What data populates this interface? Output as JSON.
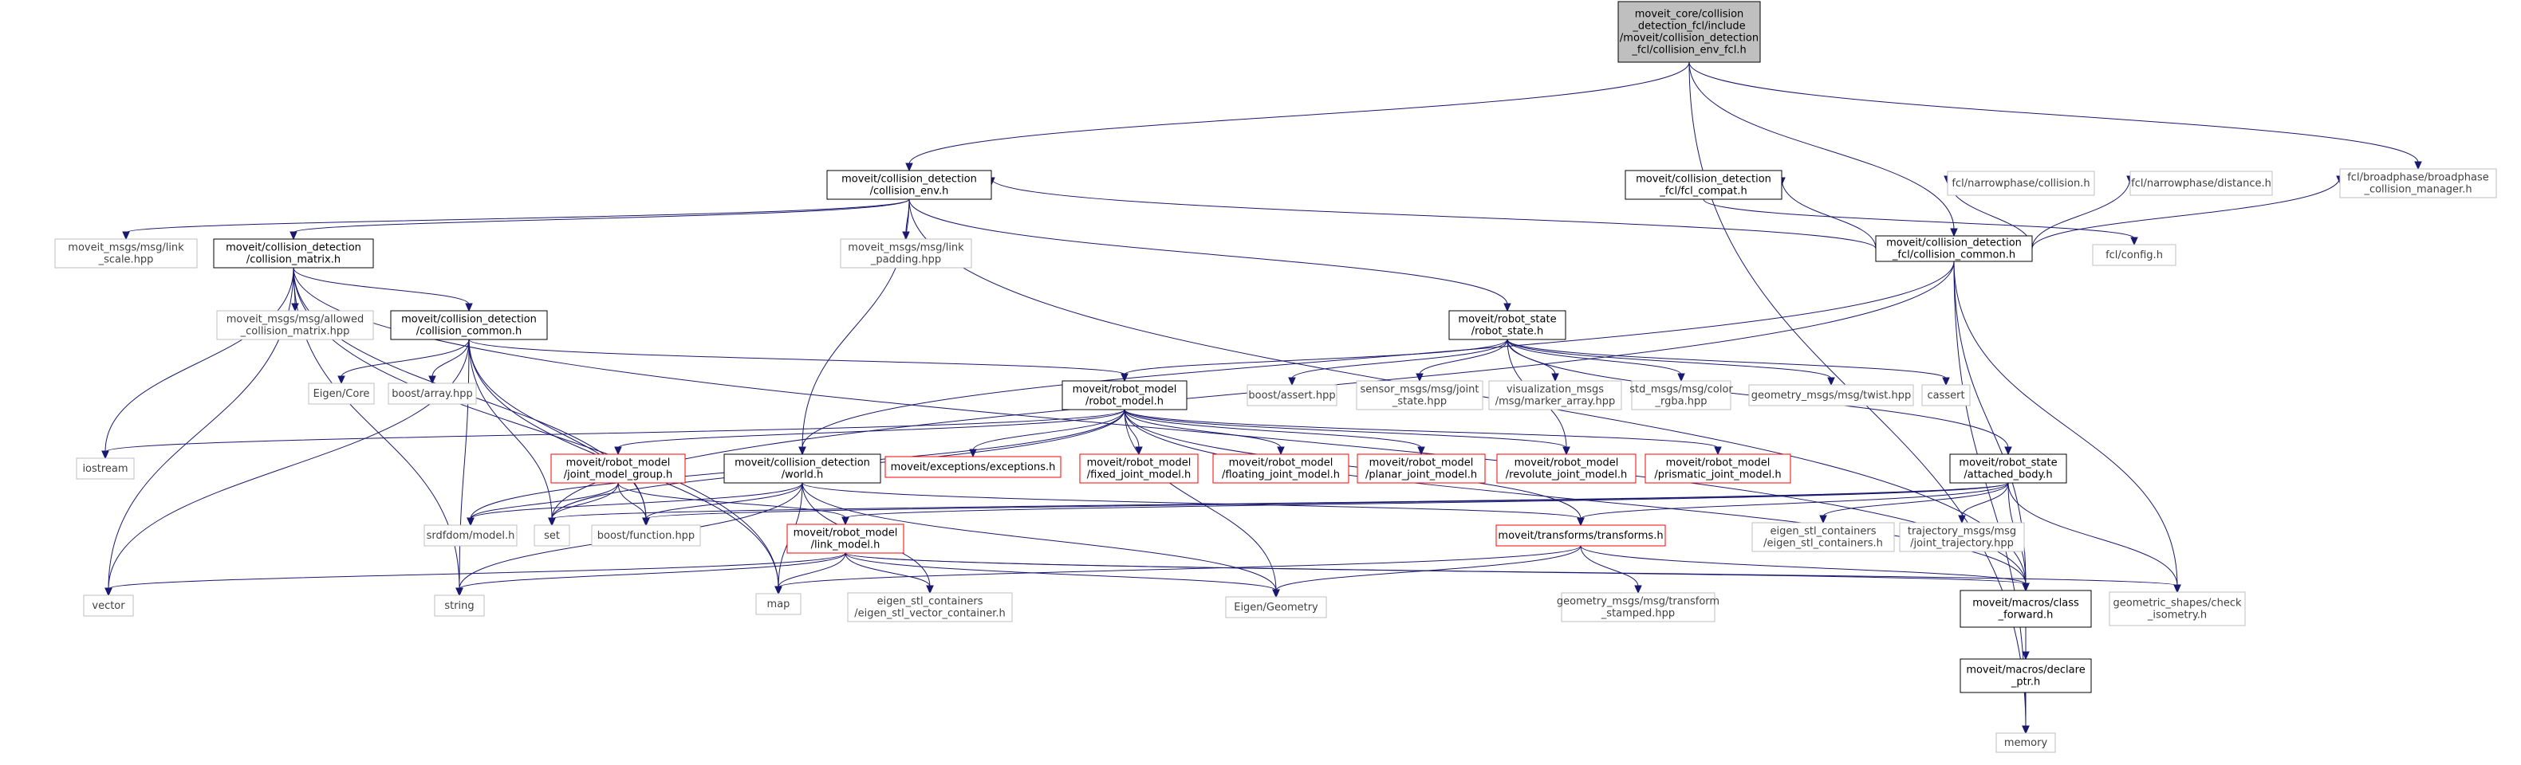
{
  "diagram": {
    "nodes": [
      {
        "id": "root",
        "style": "root",
        "label": "moveit_core/collision\n_detection_fcl/include\n/moveit/collision_detection\n_fcl/collision_env_fcl.h"
      },
      {
        "id": "ccommon_fcl",
        "style": "black",
        "label": "moveit/collision_detection\n_fcl/collision_common.h"
      },
      {
        "id": "fcl_broadphase",
        "style": "grey",
        "label": "fcl/broadphase/broadphase\n_collision_manager.h"
      },
      {
        "id": "collision_env",
        "style": "black",
        "label": "moveit/collision_detection\n/collision_env.h"
      },
      {
        "id": "fcl_compat",
        "style": "black",
        "label": "moveit/collision_detection\n_fcl/fcl_compat.h"
      },
      {
        "id": "fcl_collision",
        "style": "grey",
        "label": "fcl/narrowphase/collision.h"
      },
      {
        "id": "fcl_distance",
        "style": "grey",
        "label": "fcl/narrowphase/distance.h"
      },
      {
        "id": "link_scale",
        "style": "grey",
        "label": "moveit_msgs/msg/link\n_scale.hpp"
      },
      {
        "id": "collision_matrix",
        "style": "black",
        "label": "moveit/collision_detection\n/collision_matrix.h"
      },
      {
        "id": "link_padding",
        "style": "grey",
        "label": "moveit_msgs/msg/link\n_padding.hpp"
      },
      {
        "id": "fcl_config",
        "style": "grey",
        "label": "fcl/config.h"
      },
      {
        "id": "allowed_cm",
        "style": "grey",
        "label": "moveit_msgs/msg/allowed\n_collision_matrix.hpp"
      },
      {
        "id": "ccommon",
        "style": "black",
        "label": "moveit/collision_detection\n/collision_common.h"
      },
      {
        "id": "robot_state",
        "style": "black",
        "label": "moveit/robot_state\n/robot_state.h"
      },
      {
        "id": "eigen_core",
        "style": "grey",
        "label": "Eigen/Core"
      },
      {
        "id": "boost_array",
        "style": "grey",
        "label": "boost/array.hpp"
      },
      {
        "id": "robot_model",
        "style": "black",
        "label": "moveit/robot_model\n/robot_model.h"
      },
      {
        "id": "boost_assert",
        "style": "grey",
        "label": "boost/assert.hpp"
      },
      {
        "id": "joint_state",
        "style": "grey",
        "label": "sensor_msgs/msg/joint\n_state.hpp"
      },
      {
        "id": "marker_array",
        "style": "grey",
        "label": "visualization_msgs\n/msg/marker_array.hpp"
      },
      {
        "id": "color_rgba",
        "style": "grey",
        "label": "std_msgs/msg/color\n_rgba.hpp"
      },
      {
        "id": "twist",
        "style": "grey",
        "label": "geometry_msgs/msg/twist.hpp"
      },
      {
        "id": "cassert",
        "style": "grey",
        "label": "cassert"
      },
      {
        "id": "iostream",
        "style": "grey",
        "label": "iostream"
      },
      {
        "id": "jmg",
        "style": "red",
        "label": "moveit/robot_model\n/joint_model_group.h"
      },
      {
        "id": "world",
        "style": "black",
        "label": "moveit/collision_detection\n/world.h"
      },
      {
        "id": "exceptions",
        "style": "red",
        "label": "moveit/exceptions/exceptions.h"
      },
      {
        "id": "fixed_jm",
        "style": "red",
        "label": "moveit/robot_model\n/fixed_joint_model.h"
      },
      {
        "id": "floating_jm",
        "style": "red",
        "label": "moveit/robot_model\n/floating_joint_model.h"
      },
      {
        "id": "planar_jm",
        "style": "red",
        "label": "moveit/robot_model\n/planar_joint_model.h"
      },
      {
        "id": "revolute_jm",
        "style": "red",
        "label": "moveit/robot_model\n/revolute_joint_model.h"
      },
      {
        "id": "prismatic_jm",
        "style": "red",
        "label": "moveit/robot_model\n/prismatic_joint_model.h"
      },
      {
        "id": "attached_body",
        "style": "black",
        "label": "moveit/robot_state\n/attached_body.h"
      },
      {
        "id": "srdfdom",
        "style": "grey",
        "label": "srdfdom/model.h"
      },
      {
        "id": "set",
        "style": "grey",
        "label": "set"
      },
      {
        "id": "boost_function",
        "style": "grey",
        "label": "boost/function.hpp"
      },
      {
        "id": "link_model",
        "style": "red",
        "label": "moveit/robot_model\n/link_model.h"
      },
      {
        "id": "transforms",
        "style": "red",
        "label": "moveit/transforms/transforms.h"
      },
      {
        "id": "esc_containers",
        "style": "grey",
        "label": "eigen_stl_containers\n/eigen_stl_containers.h"
      },
      {
        "id": "joint_trajectory",
        "style": "grey",
        "label": "trajectory_msgs/msg\n/joint_trajectory.hpp"
      },
      {
        "id": "vector",
        "style": "grey",
        "label": "vector"
      },
      {
        "id": "string",
        "style": "grey",
        "label": "string"
      },
      {
        "id": "map",
        "style": "grey",
        "label": "map"
      },
      {
        "id": "esc_vector",
        "style": "grey",
        "label": "eigen_stl_containers\n/eigen_stl_vector_container.h"
      },
      {
        "id": "eigen_geometry",
        "style": "grey",
        "label": "Eigen/Geometry"
      },
      {
        "id": "transform_stamped",
        "style": "grey",
        "label": "geometry_msgs/msg/transform\n_stamped.hpp"
      },
      {
        "id": "class_forward",
        "style": "black",
        "label": "moveit/macros/class\n_forward.h"
      },
      {
        "id": "check_isometry",
        "style": "grey",
        "label": "geometric_shapes/check\n_isometry.h"
      },
      {
        "id": "declare_ptr",
        "style": "black",
        "label": "moveit/macros/declare\n_ptr.h"
      },
      {
        "id": "memory",
        "style": "grey",
        "label": "memory"
      }
    ],
    "edges": [
      [
        "root",
        "ccommon_fcl"
      ],
      [
        "root",
        "fcl_broadphase"
      ],
      [
        "root",
        "collision_env"
      ],
      [
        "root",
        "memory"
      ],
      [
        "ccommon_fcl",
        "collision_env"
      ],
      [
        "ccommon_fcl",
        "fcl_compat"
      ],
      [
        "ccommon_fcl",
        "fcl_collision"
      ],
      [
        "ccommon_fcl",
        "fcl_distance"
      ],
      [
        "ccommon_fcl",
        "fcl_broadphase"
      ],
      [
        "ccommon_fcl",
        "memory"
      ],
      [
        "ccommon_fcl",
        "check_isometry"
      ],
      [
        "ccommon_fcl",
        "class_forward"
      ],
      [
        "ccommon_fcl",
        "world"
      ],
      [
        "ccommon_fcl",
        "set"
      ],
      [
        "fcl_compat",
        "fcl_config"
      ],
      [
        "collision_env",
        "link_scale"
      ],
      [
        "collision_env",
        "collision_matrix"
      ],
      [
        "collision_env",
        "link_padding"
      ],
      [
        "collision_env",
        "world"
      ],
      [
        "collision_env",
        "robot_state"
      ],
      [
        "collision_env",
        "class_forward"
      ],
      [
        "collision_matrix",
        "allowed_cm"
      ],
      [
        "collision_matrix",
        "ccommon"
      ],
      [
        "collision_matrix",
        "iostream"
      ],
      [
        "collision_matrix",
        "vector"
      ],
      [
        "collision_matrix",
        "string"
      ],
      [
        "collision_matrix",
        "map"
      ],
      [
        "collision_matrix",
        "boost_function"
      ],
      [
        "collision_matrix",
        "class_forward"
      ],
      [
        "ccommon",
        "eigen_core"
      ],
      [
        "ccommon",
        "boost_array"
      ],
      [
        "ccommon",
        "robot_model"
      ],
      [
        "ccommon",
        "set"
      ],
      [
        "ccommon",
        "vector"
      ],
      [
        "ccommon",
        "string"
      ],
      [
        "ccommon",
        "map"
      ],
      [
        "ccommon",
        "boost_function"
      ],
      [
        "robot_state",
        "robot_model"
      ],
      [
        "robot_state",
        "boost_assert"
      ],
      [
        "robot_state",
        "joint_state"
      ],
      [
        "robot_state",
        "marker_array"
      ],
      [
        "robot_state",
        "color_rgba"
      ],
      [
        "robot_state",
        "twist"
      ],
      [
        "robot_state",
        "cassert"
      ],
      [
        "robot_state",
        "attached_body"
      ],
      [
        "robot_state",
        "revolute_jm"
      ],
      [
        "robot_model",
        "iostream"
      ],
      [
        "robot_model",
        "jmg"
      ],
      [
        "robot_model",
        "exceptions"
      ],
      [
        "robot_model",
        "fixed_jm"
      ],
      [
        "robot_model",
        "floating_jm"
      ],
      [
        "robot_model",
        "planar_jm"
      ],
      [
        "robot_model",
        "revolute_jm"
      ],
      [
        "robot_model",
        "prismatic_jm"
      ],
      [
        "robot_model",
        "srdfdom"
      ],
      [
        "robot_model",
        "set"
      ],
      [
        "robot_model",
        "class_forward"
      ],
      [
        "robot_model",
        "transforms"
      ],
      [
        "robot_model",
        "eigen_geometry"
      ],
      [
        "jmg",
        "srdfdom"
      ],
      [
        "jmg",
        "set"
      ],
      [
        "jmg",
        "boost_function"
      ],
      [
        "jmg",
        "link_model"
      ],
      [
        "world",
        "boost_function"
      ],
      [
        "world",
        "string"
      ],
      [
        "world",
        "map"
      ],
      [
        "world",
        "esc_vector"
      ],
      [
        "world",
        "eigen_geometry"
      ],
      [
        "world",
        "transforms"
      ],
      [
        "world",
        "srdfdom"
      ],
      [
        "attached_body",
        "link_model"
      ],
      [
        "attached_body",
        "transforms"
      ],
      [
        "attached_body",
        "esc_containers"
      ],
      [
        "attached_body",
        "joint_trajectory"
      ],
      [
        "attached_body",
        "check_isometry"
      ],
      [
        "attached_body",
        "set"
      ],
      [
        "attached_body",
        "class_forward"
      ],
      [
        "attached_body",
        "boost_function"
      ],
      [
        "link_model",
        "vector"
      ],
      [
        "link_model",
        "string"
      ],
      [
        "link_model",
        "map"
      ],
      [
        "link_model",
        "esc_vector"
      ],
      [
        "link_model",
        "eigen_geometry"
      ],
      [
        "link_model",
        "class_forward"
      ],
      [
        "link_model",
        "check_isometry"
      ],
      [
        "transforms",
        "eigen_geometry"
      ],
      [
        "transforms",
        "transform_stamped"
      ],
      [
        "transforms",
        "class_forward"
      ],
      [
        "transforms",
        "map"
      ],
      [
        "class_forward",
        "declare_ptr"
      ],
      [
        "declare_ptr",
        "memory"
      ]
    ]
  }
}
